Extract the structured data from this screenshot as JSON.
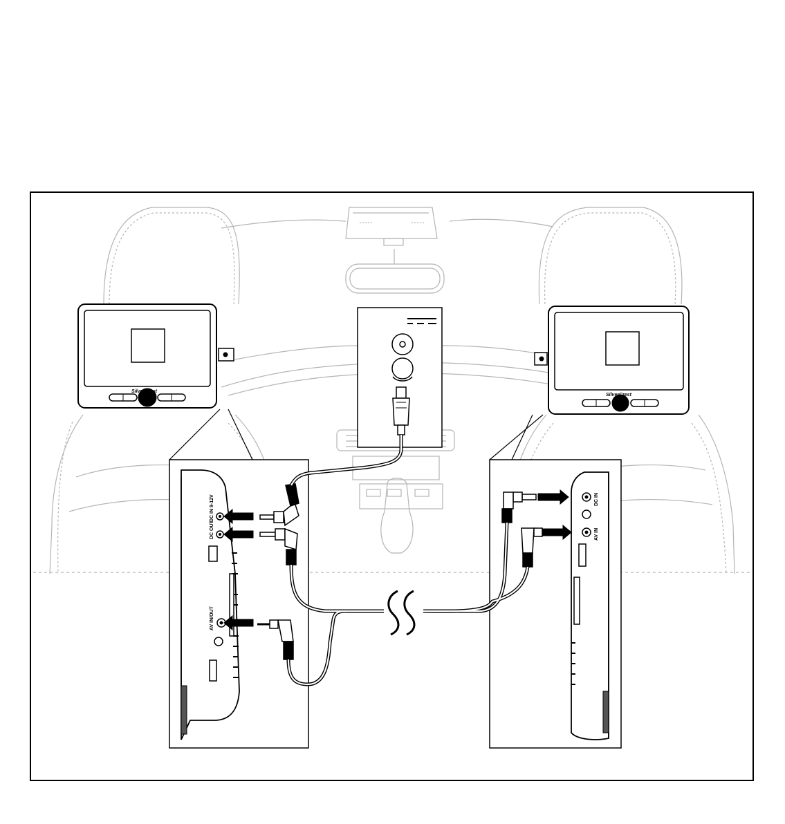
{
  "brand": {
    "left_screen": "SilverCrest",
    "right_screen": "SilverCrest"
  },
  "left_device_ports": [
    "DC IN 9-12V",
    "DC OUT",
    "AV IN/OUT"
  ],
  "right_device_ports": [
    "DC IN",
    "AV IN"
  ],
  "colors": {
    "line": "#000000",
    "background": "#ffffff",
    "sketch": "#b4b4b4"
  },
  "icons": [
    "cigarette-lighter-plug-icon",
    "dc-plug-icon",
    "audio-jack-icon",
    "cable-break-icon"
  ]
}
